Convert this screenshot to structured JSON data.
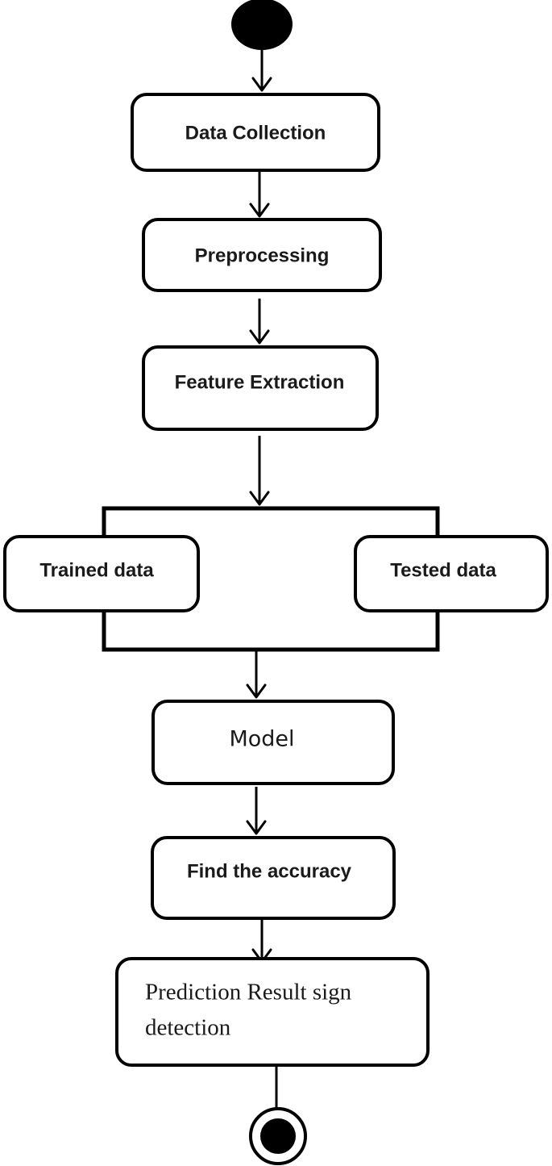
{
  "diagram": {
    "type": "activity-flowchart",
    "colors": {
      "stroke": "#000000",
      "fill": "#ffffff",
      "text": "#1a1a1a"
    },
    "nodes": {
      "start": {
        "kind": "initial-node"
      },
      "data_collection": {
        "label": "Data Collection"
      },
      "preprocessing": {
        "label": "Preprocessing"
      },
      "feature_extraction": {
        "label": "Feature Extraction"
      },
      "trained_data": {
        "label": "Trained data"
      },
      "tested_data": {
        "label": "Tested data"
      },
      "model": {
        "label": "Model"
      },
      "find_accuracy": {
        "label": "Find the accuracy"
      },
      "prediction": {
        "label_line1": "Prediction Result sign",
        "label_line2": "detection"
      },
      "end": {
        "kind": "final-node"
      }
    },
    "edges": [
      {
        "from": "start",
        "to": "data_collection"
      },
      {
        "from": "data_collection",
        "to": "preprocessing"
      },
      {
        "from": "preprocessing",
        "to": "feature_extraction"
      },
      {
        "from": "feature_extraction",
        "to": "split-group"
      },
      {
        "from": "split-group",
        "to": "model"
      },
      {
        "from": "model",
        "to": "find_accuracy"
      },
      {
        "from": "find_accuracy",
        "to": "prediction"
      },
      {
        "from": "prediction",
        "to": "end"
      }
    ]
  }
}
